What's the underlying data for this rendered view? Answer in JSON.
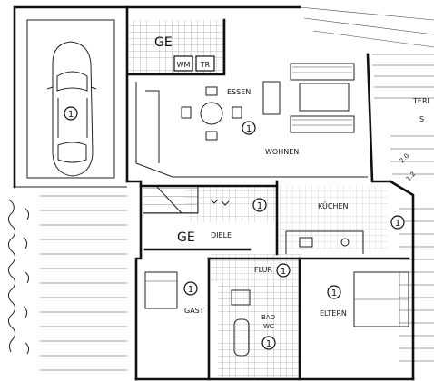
{
  "rooms": {
    "essen": "ESSEN",
    "wohnen": "WOHNEN",
    "kuechen": "KÜCHEN",
    "diele": "DIELE",
    "flur": "FLUR",
    "gast": "GAST",
    "bad": "BAD",
    "wc": "WC",
    "eltern": "ELTERN"
  },
  "utility": {
    "wm": "WM",
    "tr": "TR"
  },
  "stair_marks": [
    "GE",
    "GE"
  ],
  "badge_text": "1",
  "terrace": {
    "label": "TERI",
    "line2": "S",
    "partial_1": "2.0",
    "partial_2": "1.2"
  }
}
